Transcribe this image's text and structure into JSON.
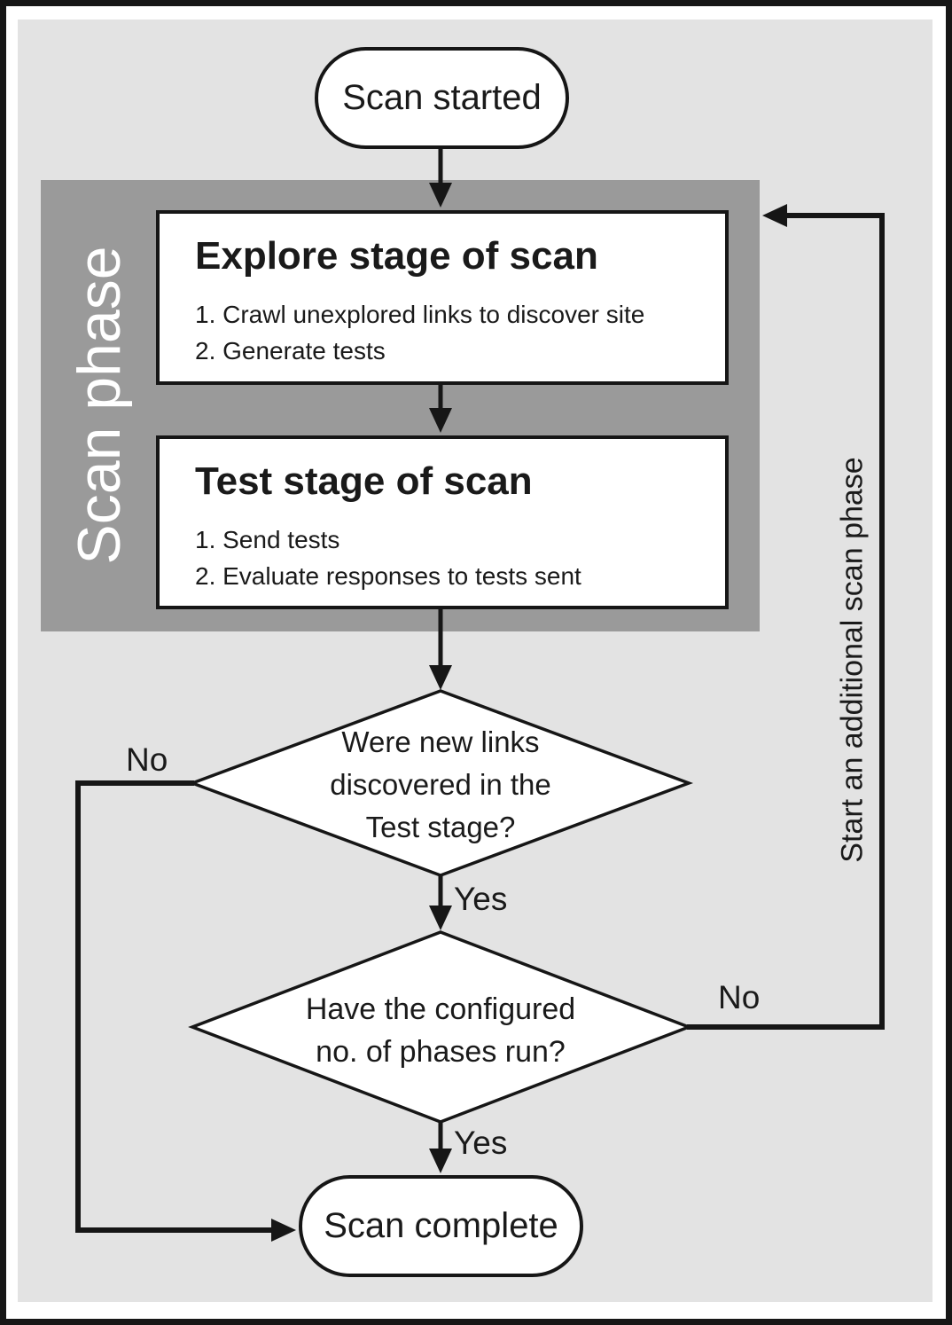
{
  "nodes": {
    "start": {
      "label": "Scan started"
    },
    "end": {
      "label": "Scan complete"
    }
  },
  "phase": {
    "label": "Scan phase",
    "explore": {
      "title": "Explore stage of scan",
      "items": [
        "1. Crawl unexplored links to discover site",
        "2. Generate tests"
      ]
    },
    "test": {
      "title": "Test stage of scan",
      "items": [
        "1. Send tests",
        "2. Evaluate responses to tests sent"
      ]
    }
  },
  "decisions": {
    "new_links": {
      "lines": [
        "Were new links",
        "discovered in the",
        "Test stage?"
      ],
      "no": "No",
      "yes": "Yes"
    },
    "phases_run": {
      "lines": [
        "Have the configured",
        "no. of phases run?"
      ],
      "no": "No",
      "yes": "Yes"
    }
  },
  "loop": {
    "label": "Start an additional scan phase"
  },
  "colors": {
    "panel_background": "#e3e3e3",
    "phase_box": "#9a9a9a",
    "ink": "#1a1a1a",
    "node_fill": "#ffffff"
  }
}
